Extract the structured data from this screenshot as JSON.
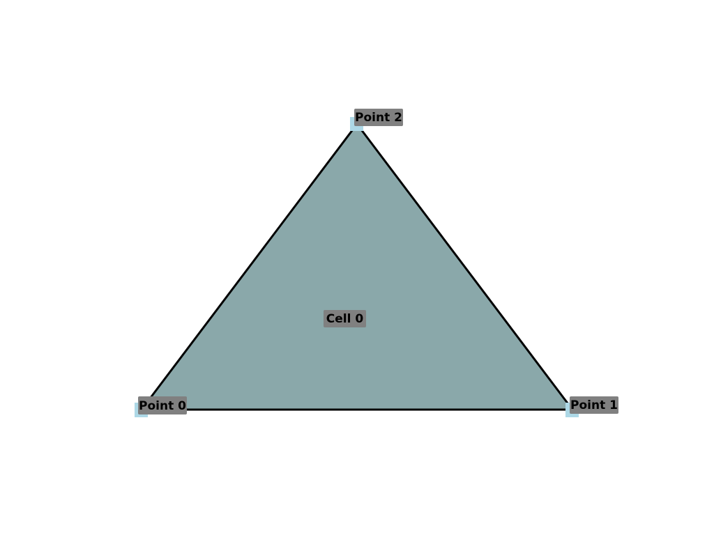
{
  "colors": {
    "background": "#ffffff",
    "cell_fill": "#8aa8aa",
    "edge": "#000000",
    "point_marker": "#add8e6",
    "label_box": "#808080",
    "label_text": "#000000"
  },
  "points": [
    {
      "label": "Point 0"
    },
    {
      "label": "Point 1"
    },
    {
      "label": "Point 2"
    }
  ],
  "cells": [
    {
      "label": "Cell 0"
    }
  ]
}
